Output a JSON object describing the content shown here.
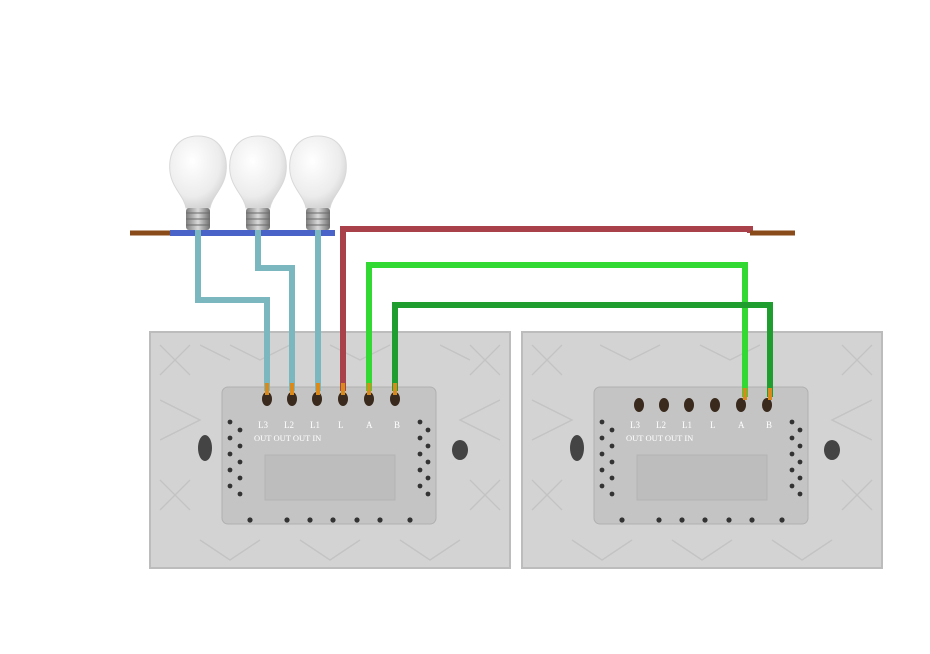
{
  "colors": {
    "background": "#ffffff",
    "panel": "#cfcfcf",
    "panel_edge": "#bdbdbd",
    "module": "#c6c6c6",
    "neutral_wire": "#4a63c8",
    "live_wire": "#a8414a",
    "load_wire": "#7ab7bf",
    "link_wire_a": "#33d933",
    "link_wire_b": "#1f9e2f",
    "wire_tip": "#d98a1a",
    "terminal": "#3a2a1e",
    "bulb_glass": "#f1f1f1",
    "bulb_base": "#a9a9a9"
  },
  "switch_left": {
    "terminal_labels": [
      "L3",
      "L2",
      "L1",
      "L",
      "A",
      "B"
    ],
    "out_in_label": "OUT OUT OUT IN"
  },
  "switch_right": {
    "terminal_labels": [
      "L3",
      "L2",
      "L1",
      "L",
      "A",
      "B"
    ],
    "out_in_label": "OUT OUT OUT IN"
  },
  "bulbs": [
    {
      "icon": "light-bulb-icon"
    },
    {
      "icon": "light-bulb-icon"
    },
    {
      "icon": "light-bulb-icon"
    }
  ]
}
